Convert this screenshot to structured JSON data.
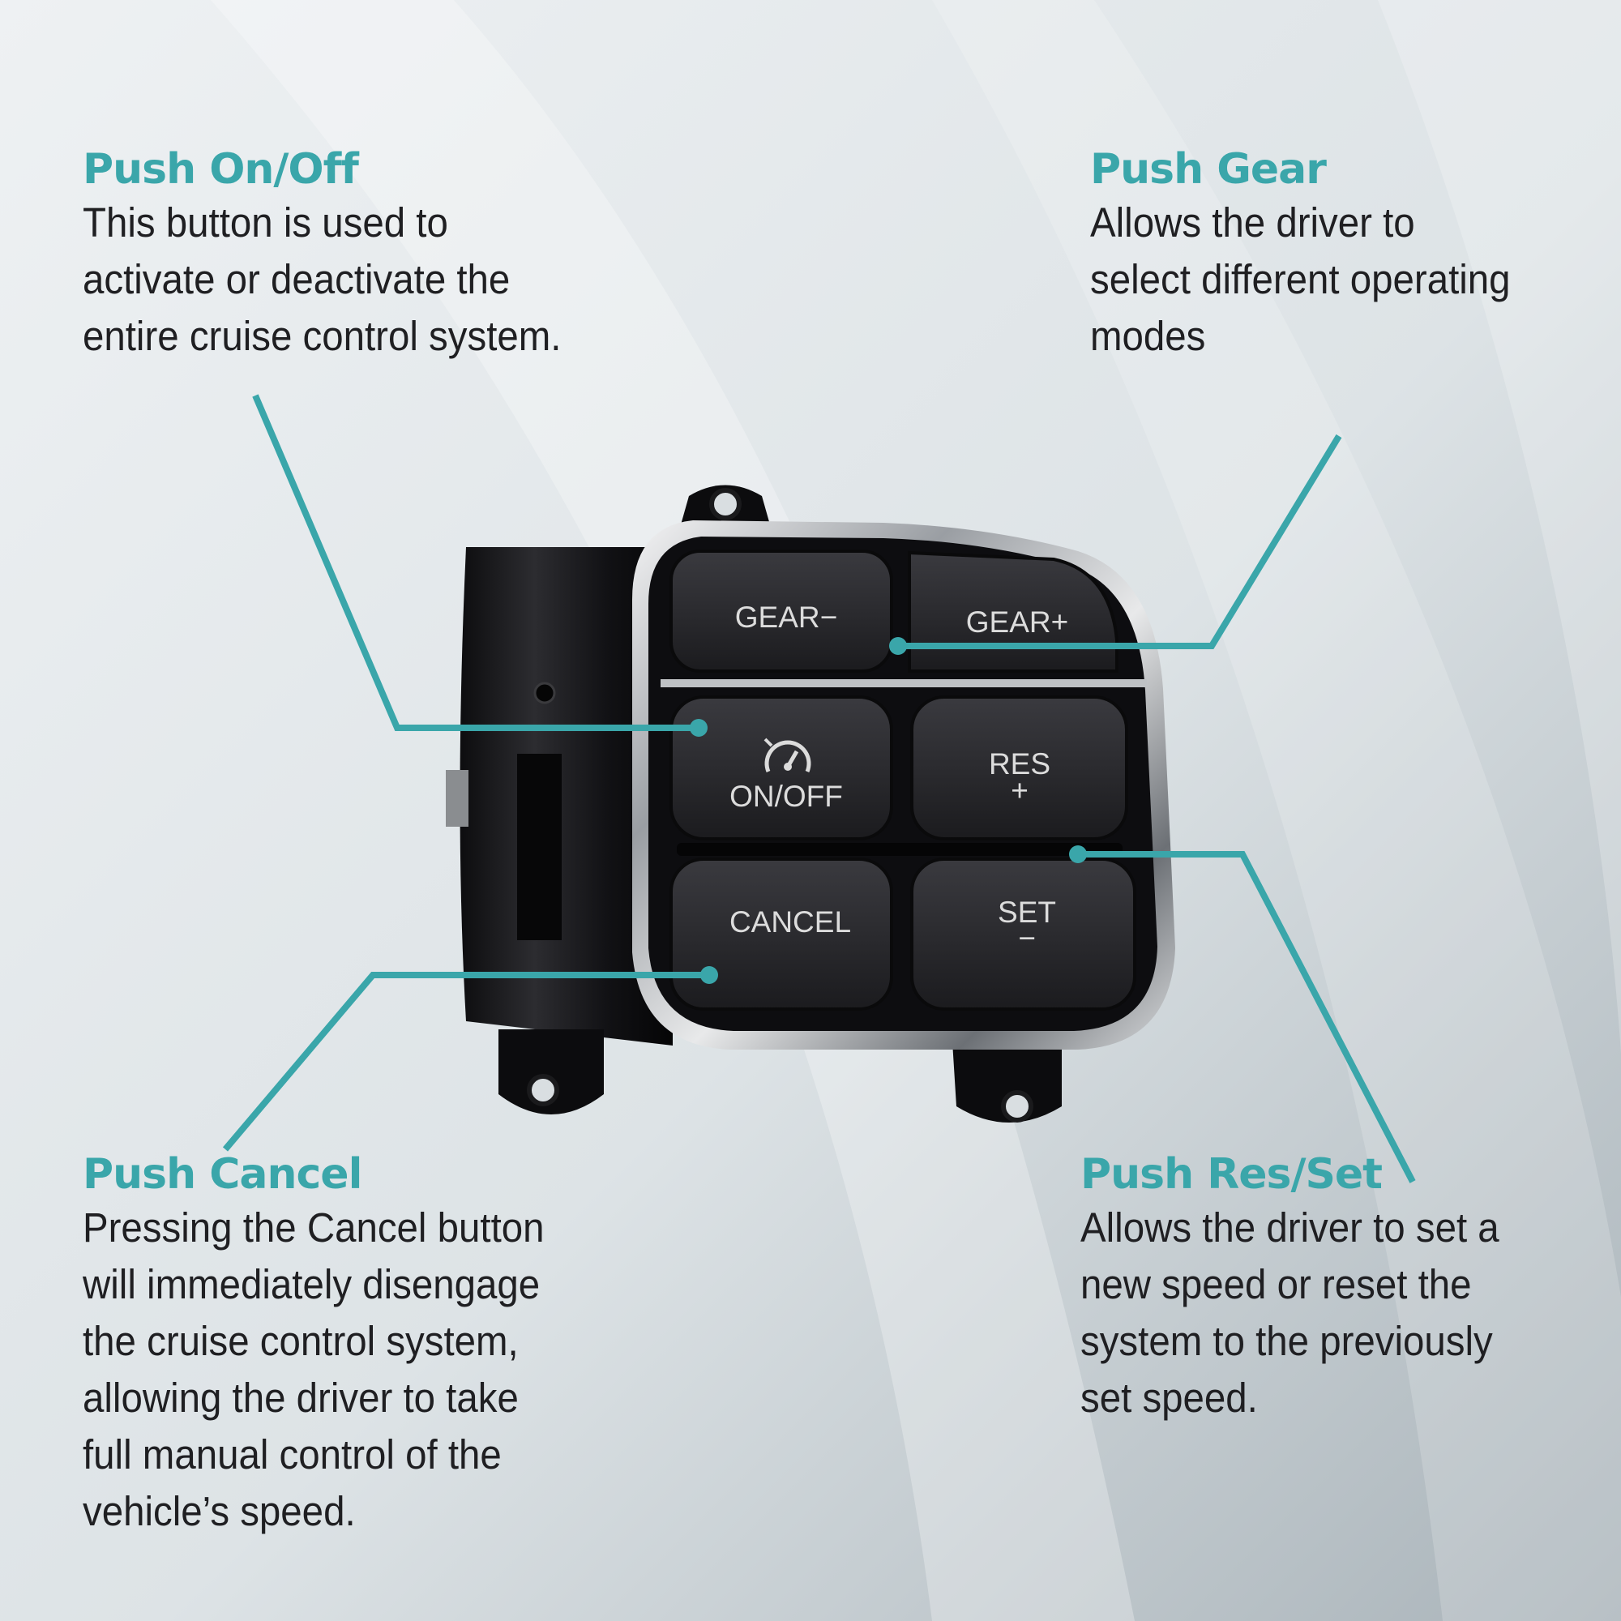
{
  "colors": {
    "accent": "#3aa6aa",
    "text": "#1f1f22",
    "button_face": "#2b2b2f",
    "bezel": "#9a9ea3"
  },
  "callouts": {
    "on_off": {
      "title": "Push On/Off",
      "lines": [
        "This button is used to",
        "activate or deactivate the",
        "entire cruise control system."
      ]
    },
    "gear": {
      "title": "Push Gear",
      "lines": [
        "Allows the driver to",
        "select different operating",
        "modes"
      ]
    },
    "cancel": {
      "title": "Push Cancel",
      "lines": [
        "Pressing the Cancel button",
        "will immediately disengage",
        "the cruise control system,",
        "allowing the driver to take",
        "full manual control of the",
        "vehicle’s speed."
      ]
    },
    "res_set": {
      "title": "Push Res/Set",
      "lines": [
        "Allows the driver to set a",
        "new speed or reset the",
        "system to the previously",
        "set speed."
      ]
    }
  },
  "buttons": {
    "gear_minus": "GEAR−",
    "gear_plus": "GEAR+",
    "on_off": "ON/OFF",
    "res": "RES",
    "res_symbol": "+",
    "cancel": "CANCEL",
    "set": "SET",
    "set_symbol": "−",
    "cruise_icon": "speedometer-icon"
  }
}
